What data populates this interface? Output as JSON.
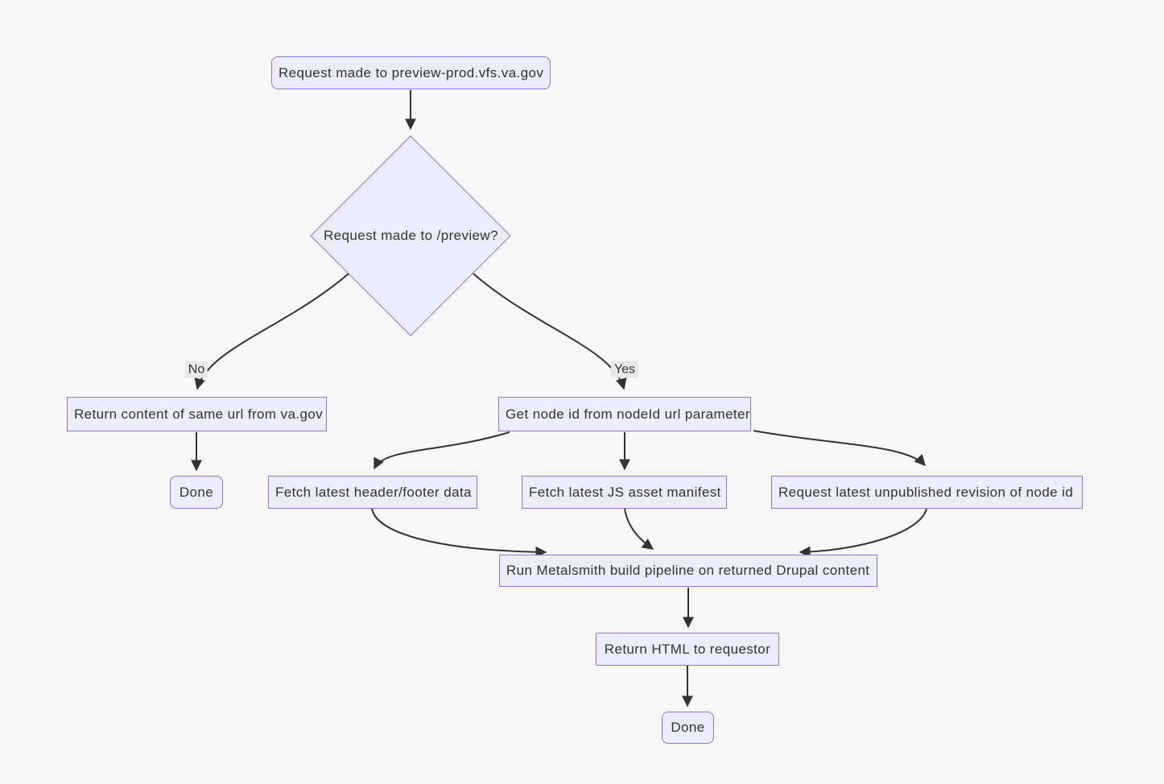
{
  "diagram": {
    "type": "flowchart",
    "direction": "top-down",
    "colors": {
      "background": "#f8f8f8",
      "node_fill": "#ECECFF",
      "node_border": "#9370DB",
      "edge_stroke": "#333333",
      "text": "#333333",
      "edge_label_bg": "#e8e8e8"
    },
    "nodes": [
      {
        "id": "start",
        "shape": "rounded",
        "label": "Request made to preview-prod.vfs.va.gov"
      },
      {
        "id": "decision",
        "shape": "diamond",
        "label": "Request made to /preview?"
      },
      {
        "id": "return-same-url",
        "shape": "rect",
        "label": "Return content of same url from va.gov"
      },
      {
        "id": "done-left",
        "shape": "rounded",
        "label": "Done"
      },
      {
        "id": "get-node-id",
        "shape": "rect",
        "label": "Get node id from nodeId url parameter"
      },
      {
        "id": "fetch-header-footer",
        "shape": "rect",
        "label": "Fetch latest header/footer data"
      },
      {
        "id": "fetch-js-manifest",
        "shape": "rect",
        "label": "Fetch latest JS asset manifest"
      },
      {
        "id": "request-revision",
        "shape": "rect",
        "label": "Request latest unpublished revision of node id"
      },
      {
        "id": "run-metalsmith",
        "shape": "rect",
        "label": "Run Metalsmith build pipeline on returned Drupal content"
      },
      {
        "id": "return-html",
        "shape": "rect",
        "label": "Return HTML to requestor"
      },
      {
        "id": "done-bottom",
        "shape": "rounded",
        "label": "Done"
      }
    ],
    "edges": [
      {
        "from": "start",
        "to": "decision",
        "label": ""
      },
      {
        "from": "decision",
        "to": "return-same-url",
        "label": "No"
      },
      {
        "from": "return-same-url",
        "to": "done-left",
        "label": ""
      },
      {
        "from": "decision",
        "to": "get-node-id",
        "label": "Yes"
      },
      {
        "from": "get-node-id",
        "to": "fetch-header-footer",
        "label": ""
      },
      {
        "from": "get-node-id",
        "to": "fetch-js-manifest",
        "label": ""
      },
      {
        "from": "get-node-id",
        "to": "request-revision",
        "label": ""
      },
      {
        "from": "fetch-header-footer",
        "to": "run-metalsmith",
        "label": ""
      },
      {
        "from": "fetch-js-manifest",
        "to": "run-metalsmith",
        "label": ""
      },
      {
        "from": "request-revision",
        "to": "run-metalsmith",
        "label": ""
      },
      {
        "from": "run-metalsmith",
        "to": "return-html",
        "label": ""
      },
      {
        "from": "return-html",
        "to": "done-bottom",
        "label": ""
      }
    ]
  }
}
